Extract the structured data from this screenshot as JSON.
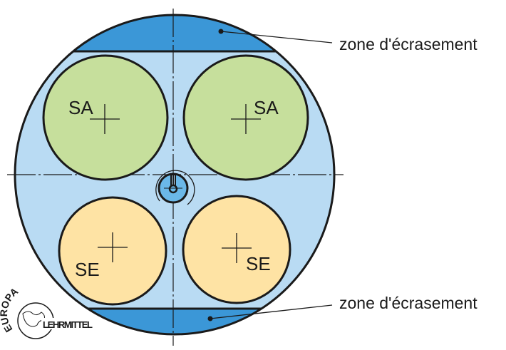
{
  "labels": {
    "zone_top": "zone d'écrasement",
    "zone_bottom": "zone d'écrasement",
    "sa_left": "SA",
    "sa_right": "SA",
    "se_left": "SE",
    "se_right": "SE"
  },
  "logo": {
    "top": "EUROPA",
    "bottom": "LEHRMITTEL"
  },
  "colors": {
    "body": "#b9dbf3",
    "zone": "#3b97d7",
    "sa": "#c6df9c",
    "se": "#fee3a4",
    "core": "#6bb8e8",
    "stroke": "#1a1a1a"
  }
}
